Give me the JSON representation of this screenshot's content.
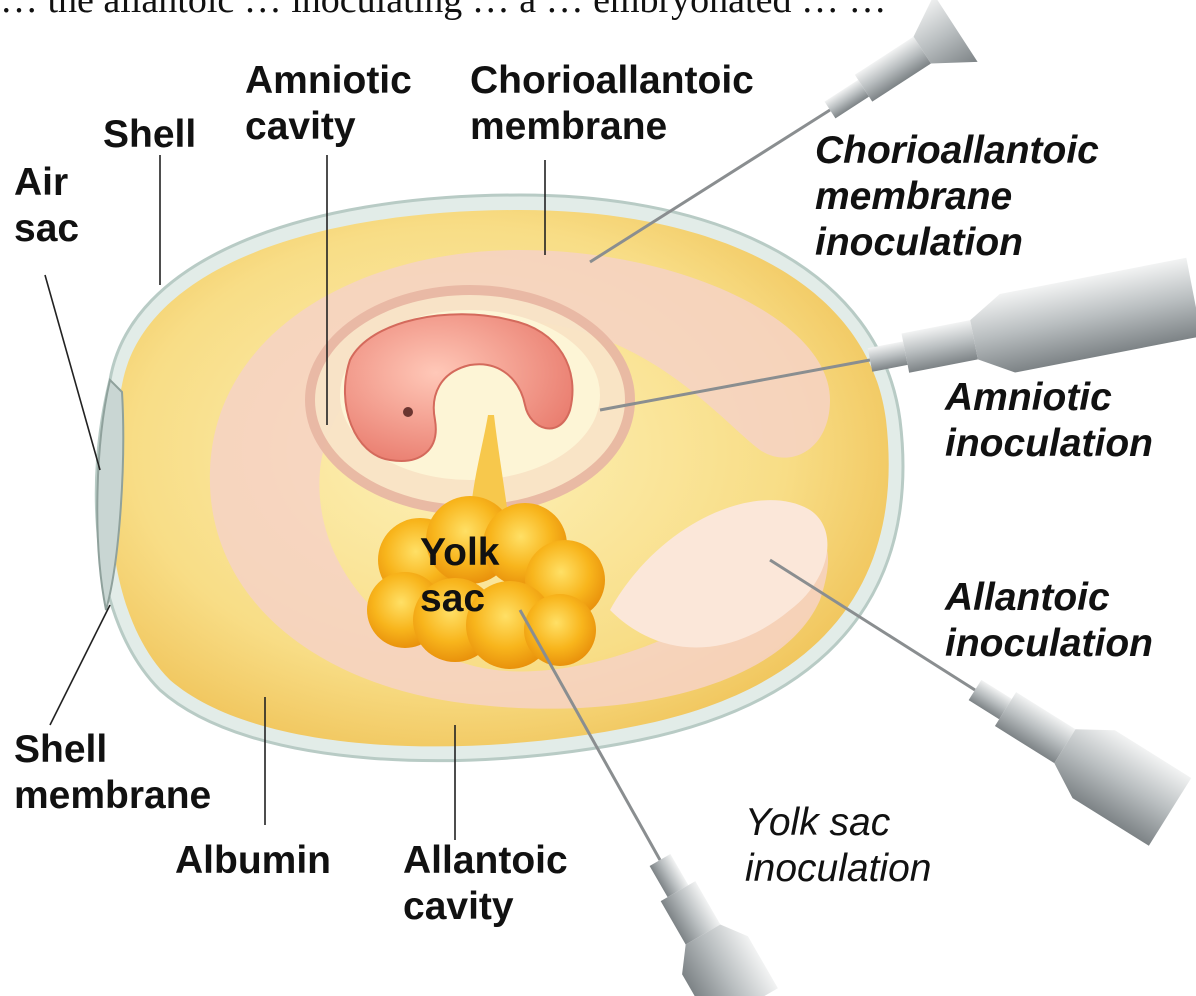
{
  "header_cut_text": "… the allantoic … inoculating … a … embryonated … …",
  "labels": {
    "shell": "Shell",
    "air_sac": [
      "Air",
      "sac"
    ],
    "amniotic_cavity": [
      "Amniotic",
      "cavity"
    ],
    "chorioallantoic_membrane": [
      "Chorioallantoic",
      "membrane"
    ],
    "yolk_sac": [
      "Yolk",
      "sac"
    ],
    "shell_membrane": [
      "Shell",
      "membrane"
    ],
    "albumin": "Albumin",
    "allantoic_cavity": [
      "Allantoic",
      "cavity"
    ]
  },
  "inoculation_routes": [
    {
      "id": "cam",
      "lines": [
        "Chorioallantoic",
        "membrane",
        "inoculation"
      ]
    },
    {
      "id": "amniotic",
      "lines": [
        "Amniotic",
        "inoculation"
      ]
    },
    {
      "id": "allantoic",
      "lines": [
        "Allantoic",
        "inoculation"
      ]
    },
    {
      "id": "yolk",
      "lines": [
        "Yolk sac",
        "inoculation"
      ]
    }
  ],
  "colors": {
    "shell": "#dde8e4",
    "albumin": "#f7d880",
    "membrane": "#f5cfc4",
    "embryo": "#f08878",
    "yolk": "#f5b21a",
    "needle": "#9aa0a3"
  }
}
